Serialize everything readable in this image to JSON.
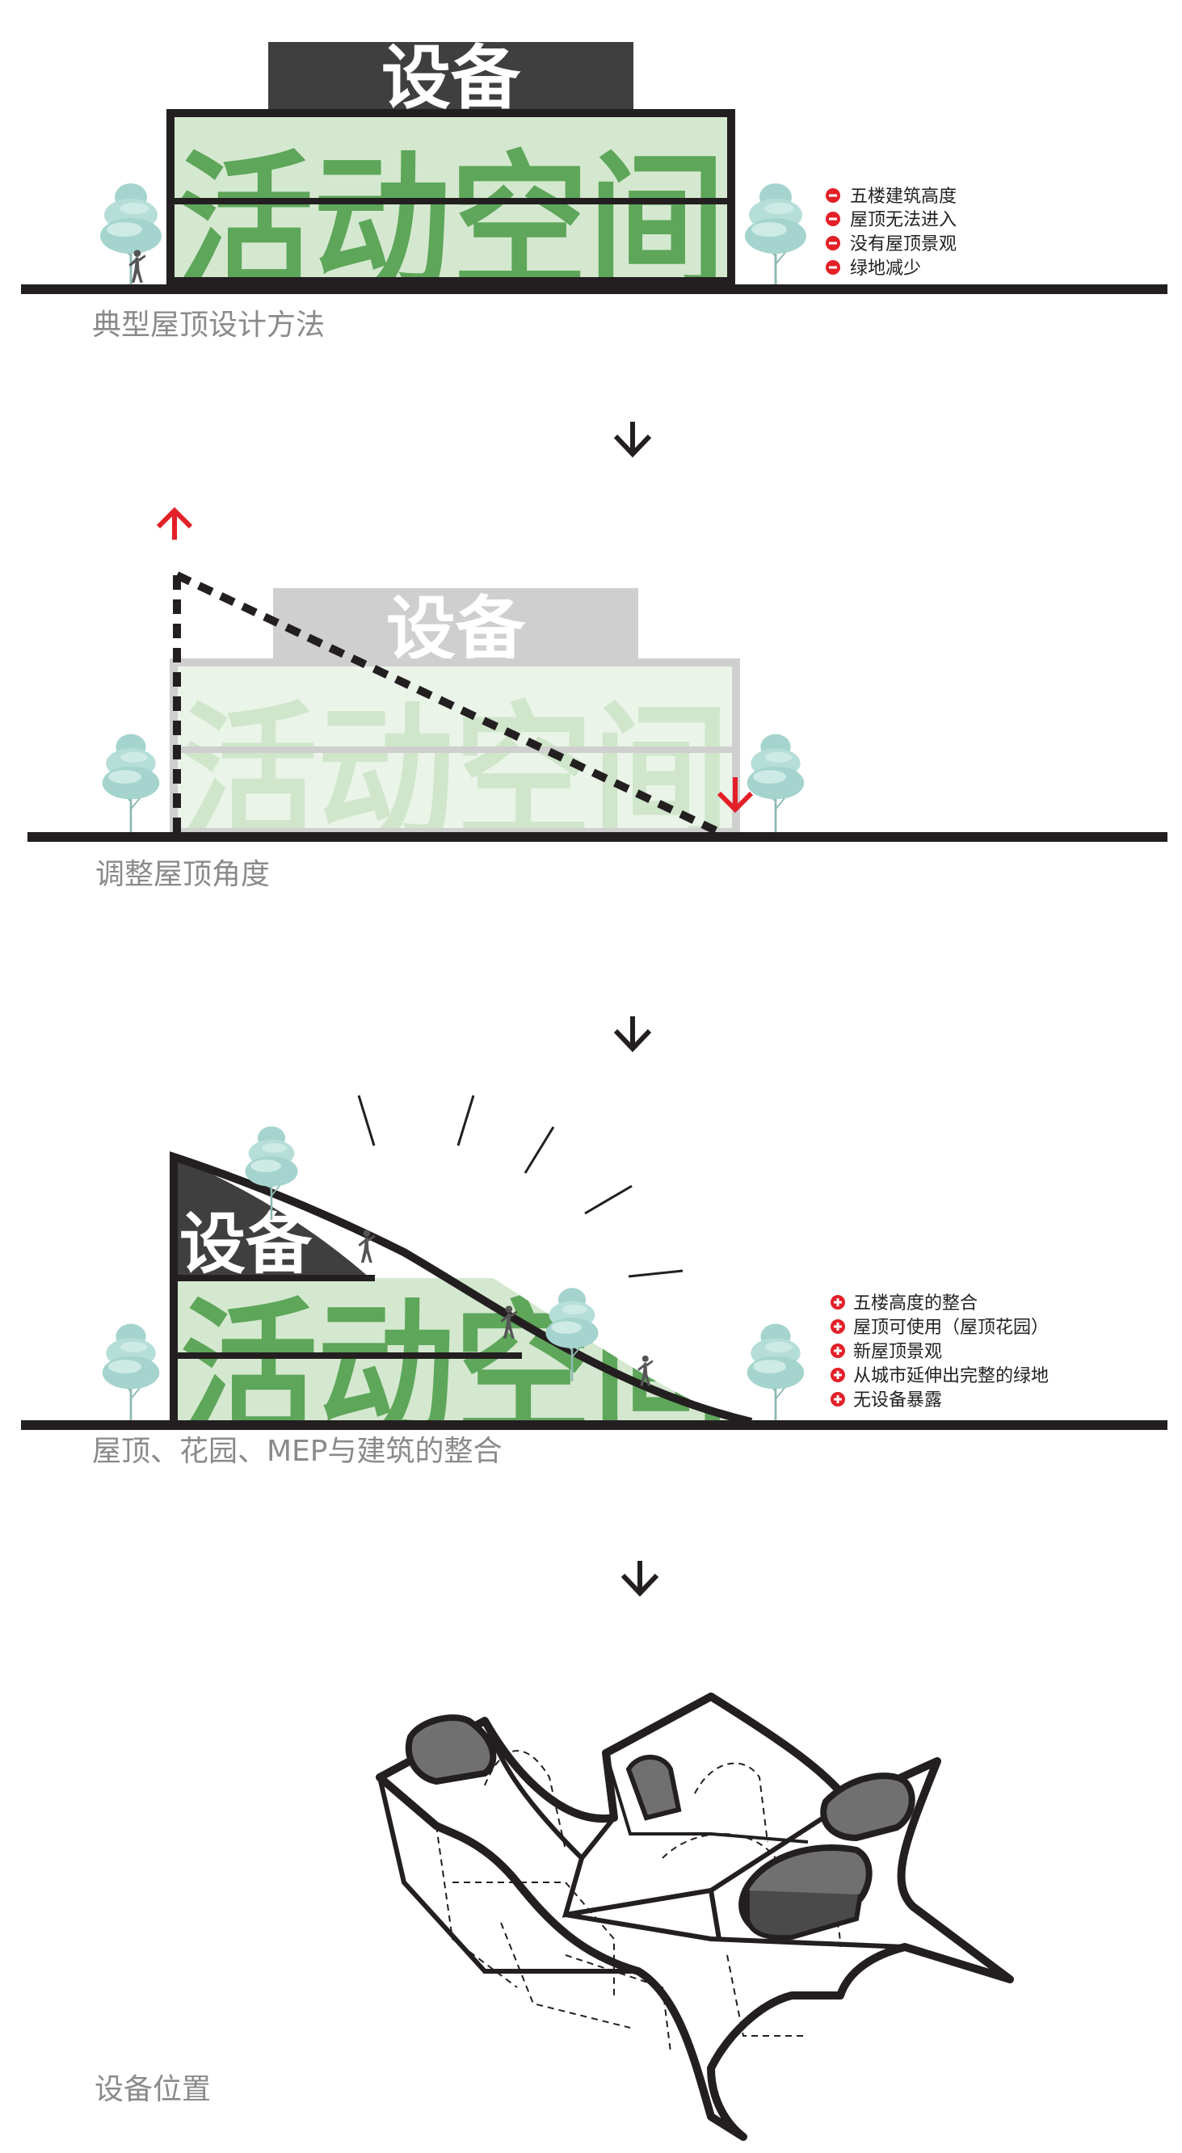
{
  "colors": {
    "dark": "#231f20",
    "equip_box": "#3f3f3f",
    "green_text": "#5ea65a",
    "green_fill": "#d4e8cf",
    "red": "#e32028",
    "caption": "#8a8a8a",
    "tree_a": "#a4d4cd",
    "tree_b": "#cdeae5"
  },
  "icons": [
    "tree-icon",
    "person-icon",
    "minus-circle-icon",
    "plus-circle-icon",
    "arrow-down-icon",
    "arrow-up-icon"
  ],
  "panel1": {
    "equip_label": "设备",
    "activity_label": "活动空间",
    "caption": "典型屋顶设计方法",
    "bullets": [
      "五楼建筑高度",
      "屋顶无法进入",
      "没有屋顶景观",
      "绿地减少"
    ]
  },
  "panel2": {
    "equip_label": "设备",
    "activity_label": "活动空间",
    "caption": "调整屋顶角度"
  },
  "panel3": {
    "equip_label": "设备",
    "activity_label": "活动空间",
    "caption": "屋顶、花园、MEP与建筑的整合",
    "bullets": [
      "五楼高度的整合",
      "屋顶可使用（屋顶花园）",
      "新屋顶景观",
      "从城市延伸出完整的绿地",
      "无设备暴露"
    ]
  },
  "panel4": {
    "caption": "设备位置"
  }
}
